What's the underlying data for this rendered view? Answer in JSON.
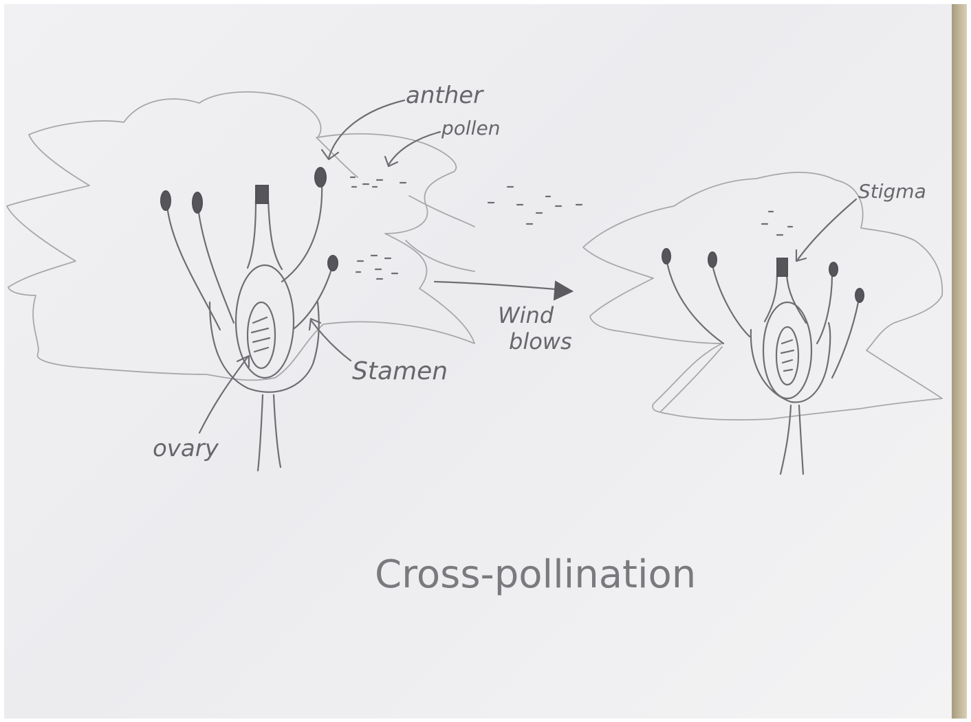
{
  "labels": {
    "anther": "anther",
    "pollen": "pollen",
    "stamen": "Stamen",
    "ovary": "ovary",
    "wind_line1": "Wind",
    "wind_line2": "blows",
    "stigma": "Stigma"
  },
  "title": "Cross-pollination",
  "icons": [
    "flower-left-icon",
    "flower-right-icon",
    "wind-arrow-icon"
  ]
}
